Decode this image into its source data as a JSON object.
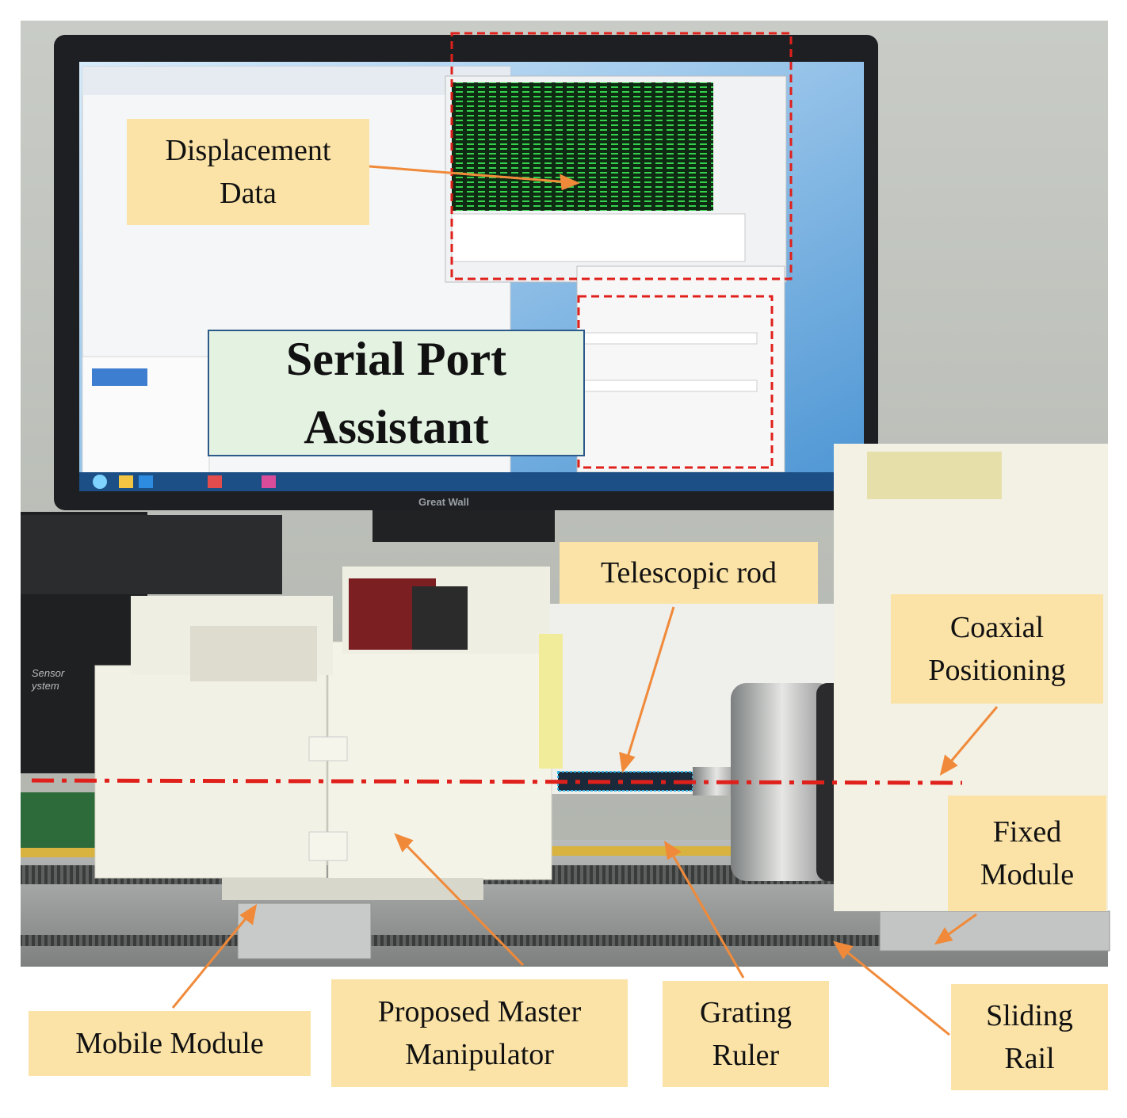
{
  "labels": {
    "displacement_data": [
      "Displacement",
      "Data"
    ],
    "serial_port_assistant": [
      "Serial Port",
      "Assistant"
    ],
    "telescopic_rod": "Telescopic rod",
    "coaxial_positioning": [
      "Coaxial",
      "Positioning"
    ],
    "fixed_module": [
      "Fixed",
      "Module"
    ],
    "mobile_module": "Mobile Module",
    "proposed_master_manipulator": [
      "Proposed Master",
      "Manipulator"
    ],
    "grating_ruler": [
      "Grating",
      "Ruler"
    ],
    "sliding_rail": [
      "Sliding",
      "Rail"
    ]
  },
  "monitor_brand": "Great Wall",
  "sensor_text": [
    "Sensor",
    "ystem"
  ],
  "colors": {
    "label_fill": "#fbe3a7",
    "arrow": "#f08a3a",
    "highlight_box": "#e0201b",
    "axis_line": "#e0201b",
    "title_box_fill": "#e4f2e2",
    "title_box_border": "#2d5a8a"
  }
}
